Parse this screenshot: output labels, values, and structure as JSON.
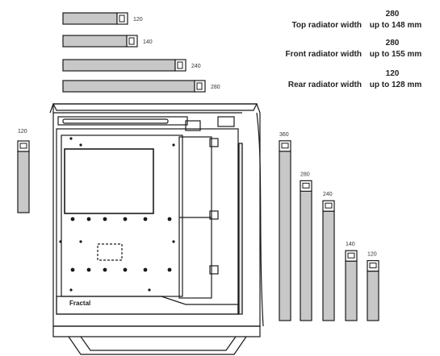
{
  "top_note": "",
  "specs": [
    {
      "label": "Top radiator width",
      "size": "280",
      "max": "up to 148 mm"
    },
    {
      "label": "Front radiator width",
      "size": "280",
      "max": "up to 155 mm"
    },
    {
      "label": "Rear radiator width",
      "size": "120",
      "max": "up to 128 mm"
    }
  ],
  "horizontal_radiators": [
    {
      "size": "120",
      "length_mm": 120
    },
    {
      "size": "140",
      "length_mm": 140
    },
    {
      "size": "240",
      "length_mm": 240
    },
    {
      "size": "280",
      "length_mm": 280
    }
  ],
  "rear_radiator": {
    "size": "120"
  },
  "vertical_radiators": [
    {
      "size": "360",
      "length_mm": 360
    },
    {
      "size": "280",
      "length_mm": 280
    },
    {
      "size": "240",
      "length_mm": 240
    },
    {
      "size": "140",
      "length_mm": 140
    },
    {
      "size": "120",
      "length_mm": 120
    }
  ],
  "case_brand": "Fractal",
  "colors": {
    "radiator_fill": "#c8c8c8",
    "line": "#1a1a1a"
  }
}
